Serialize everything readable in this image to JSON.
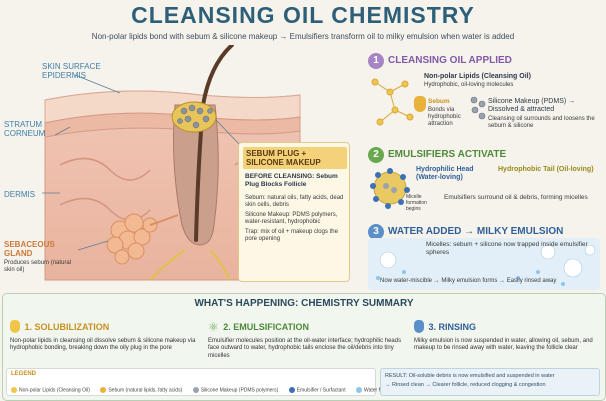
{
  "title": "CLEANSING OIL CHEMISTRY",
  "subtitle": "Non-polar lipids bond with sebum & silicone makeup → Emulsifiers transform oil to milky emulsion when water is added",
  "skin": {
    "surface_label": "SKIN SURFACE EPIDERMIS",
    "stratum_label": "STRATUM CORNEUM",
    "dermis_label": "DERMIS",
    "gland_label": "SEBACEOUS GLAND",
    "gland_desc": "Produces sebum (natural skin oil)"
  },
  "callout": {
    "head": "SEBUM PLUG + SILICONE MAKEUP",
    "subhead": "BEFORE CLEANSING: Sebum Plug Blocks Follicle",
    "bullets": [
      "Sebum: natural oils, fatty acids, dead skin cells, debris",
      "Silicone Makeup: PDMS polymers, water-resistant, hydrophobic",
      "Trap: mix of oil + makeup clogs the pore opening"
    ]
  },
  "steps": [
    {
      "num": "1",
      "title": "CLEANSING OIL APPLIED",
      "lipids_label": "Non-polar Lipids (Cleansing Oil)",
      "lipids_desc": "Hydrophobic, oil-loving molecules",
      "sebum_label": "Sebum",
      "bond_label": "Bonds via hydrophobic attraction",
      "silicone_label": "Silicone Makeup (PDMS) → Dissolved & attracted",
      "silicone_desc": "Cleansing oil surrounds and loosens the sebum & silicone"
    },
    {
      "num": "2",
      "title": "EMULSIFIERS ACTIVATE",
      "head_label": "Hydrophilic Head (Water-loving)",
      "tail_label": "Hydrophobic Tail (Oil-loving)",
      "micelle_label": "Micelle formation begins",
      "desc": "Emulsifiers surround oil & debris, forming micelles"
    },
    {
      "num": "3",
      "title": "WATER ADDED → MILKY EMULSION",
      "desc": "Micelles: sebum + silicone now trapped inside emulsifier spheres",
      "rinse": "Now water-miscible → Milky emulsion forms → Easily rinsed away"
    }
  ],
  "summary": {
    "title": "WHAT'S HAPPENING: CHEMISTRY SUMMARY",
    "cols": [
      {
        "title": "1. SOLUBILIZATION",
        "text": "Non-polar lipids in cleansing oil dissolve sebum & silicone makeup via hydrophobic bonding, breaking down the oily plug in the pore"
      },
      {
        "title": "2. EMULSIFICATION",
        "text": "Emulsifier molecules position at the oil-water interface; hydrophilic heads face outward to water, hydrophobic tails enclose the oil/debris into tiny micelles"
      },
      {
        "title": "3. RINSING",
        "text": "Milky emulsion is now suspended in water, allowing oil, sebum, and makeup to be rinsed away with water, leaving the follicle clear"
      }
    ],
    "legend_title": "LEGEND",
    "legend": [
      {
        "label": "Non-polar Lipids (Cleansing Oil)",
        "color": "#f0c54a"
      },
      {
        "label": "Sebum (natural lipids, fatty acids)",
        "color": "#e8b23a"
      },
      {
        "label": "Silicone Makeup (PDMS polymers)",
        "color": "#9aa3ad"
      },
      {
        "label": "Emulsifier / Surfactant",
        "color": "#3b6fb6"
      },
      {
        "label": "Water Molecules / Added Water",
        "color": "#8cc6e8"
      }
    ],
    "result_line1": "RESULT: Oil-soluble debris is now emulsified and suspended in water",
    "result_line2": "→ Rinsed clean → Clearer follicle, reduced clogging & congestion"
  },
  "colors": {
    "step1": "#a785c4",
    "step2": "#6aa84f",
    "step3": "#5b8fc9",
    "accent": "#2e5f78"
  }
}
